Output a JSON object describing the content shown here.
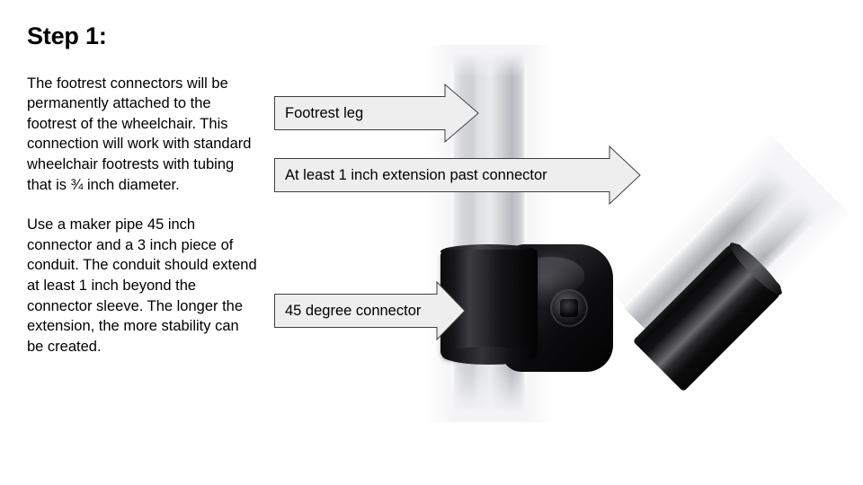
{
  "slide": {
    "title": "Step 1:",
    "background_color": "#ffffff",
    "text_color": "#000000"
  },
  "instructions": {
    "paragraph_1": "The footrest connectors will be permanently attached to the footrest of the wheelchair. This connection will work with standard wheelchair footrests with tubing that is ¾ inch diameter.",
    "paragraph_2": "Use a maker pipe 45 inch connector and a 3 inch piece of conduit. The conduit should extend at least 1 inch beyond the connector sleeve. The longer the extension, the more stability can be created."
  },
  "callouts": [
    {
      "id": "footrest-leg",
      "label": "Footrest leg",
      "direction": "right",
      "fill_color": "#eeeeee",
      "border_color": "#3f3f3f"
    },
    {
      "id": "extension",
      "label": "At least 1 inch extension past connector",
      "direction": "right",
      "fill_color": "#eeeeee",
      "border_color": "#3f3f3f"
    },
    {
      "id": "connector",
      "label": "45 degree connector",
      "direction": "right",
      "fill_color": "#eeeeee",
      "border_color": "#3f3f3f"
    }
  ],
  "photo": {
    "description": "Photograph of a metal wheelchair footrest tube joined by a black 45 degree pipe connector to a diagonal length of conduit",
    "parts": [
      {
        "name": "footrest-leg-tube",
        "finish": "brushed metal",
        "orientation": "vertical"
      },
      {
        "name": "conduit-extension-tube",
        "finish": "brushed metal",
        "orientation": "diagonal-45"
      },
      {
        "name": "connector-sleeve",
        "finish": "gloss black",
        "orientation": "vertical"
      },
      {
        "name": "connector-barrel",
        "finish": "gloss black",
        "orientation": "diagonal-45"
      },
      {
        "name": "hex-socket-screw",
        "finish": "black steel"
      }
    ]
  }
}
